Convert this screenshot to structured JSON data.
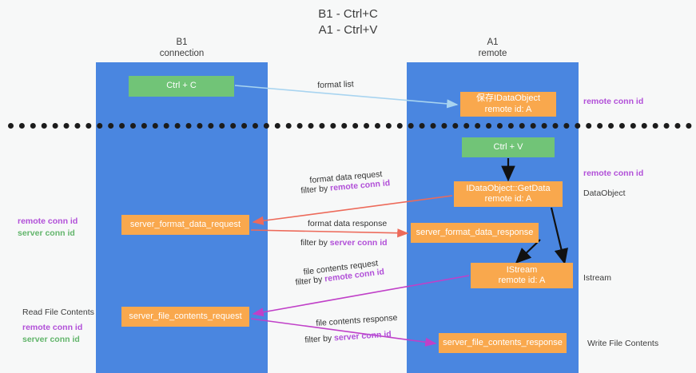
{
  "title": {
    "line1": "B1 - Ctrl+C",
    "line2": "A1 - Ctrl+V"
  },
  "lanes": [
    {
      "id": "b1",
      "name": "B1",
      "sub": "connection",
      "color": "#4a86e0"
    },
    {
      "id": "a1",
      "name": "A1",
      "sub": "remote",
      "color": "#4a86e0"
    }
  ],
  "nodes": {
    "ctrl_c": {
      "label": "Ctrl + C",
      "color": "#71c477"
    },
    "save_dataobject": {
      "line1": "保存IDataObject",
      "line2": "remote id: A",
      "color": "#f9a84d"
    },
    "ctrl_v": {
      "label": "Ctrl + V",
      "color": "#71c477"
    },
    "getdata": {
      "line1": "IDataObject::GetData",
      "line2": "remote id: A",
      "color": "#f9a84d"
    },
    "server_format_data_request": {
      "label": "server_format_data_request",
      "color": "#f9a84d"
    },
    "server_format_data_response": {
      "label": "server_format_data_response",
      "color": "#f9a84d"
    },
    "istream": {
      "line1": "IStream",
      "line2": "remote id: A",
      "color": "#f9a84d"
    },
    "server_file_contents_request": {
      "label": "server_file_contents_request",
      "color": "#f9a84d"
    },
    "server_file_contents_response": {
      "label": "server_file_contents_response",
      "color": "#f9a84d"
    }
  },
  "edge_labels": {
    "format_list": "format list",
    "format_data_request": "format data request",
    "format_data_request_filter_prefix": "filter by ",
    "format_data_request_filter_key": "remote conn id",
    "format_data_response": "format data response",
    "format_data_response_filter_prefix": "filter by ",
    "format_data_response_filter_key": "server conn id",
    "file_contents_request": "file contents request",
    "file_contents_request_filter_prefix": "filter by ",
    "file_contents_request_filter_key": "remote conn id",
    "file_contents_response": "file contents response",
    "file_contents_response_filter_prefix": "filter by ",
    "file_contents_response_filter_key": "server conn id"
  },
  "side_labels": {
    "right_remote_conn_id_top": "remote conn id",
    "right_remote_conn_id_mid": "remote conn id",
    "dataobject": "DataObject",
    "istream": "Istream",
    "write_file_contents": "Write File Contents",
    "left_remote_conn_id_top": "remote conn id",
    "left_server_conn_id_top": "server conn id",
    "read_file_contents": "Read File Contents",
    "left_remote_conn_id_bottom": "remote conn id",
    "left_server_conn_id_bottom": "server conn id"
  },
  "colors": {
    "lane_blue": "#4a86e0",
    "node_green": "#71c477",
    "node_orange": "#f9a84d",
    "accent_purple": "#b14fd8",
    "accent_green": "#62b56b",
    "arrow_lightblue": "#a8d4f0",
    "arrow_red": "#ed6a5a",
    "arrow_magenta": "#c040c8",
    "arrow_black": "#111111",
    "divider_black": "#1c1c1c",
    "background": "#f7f8f8"
  }
}
